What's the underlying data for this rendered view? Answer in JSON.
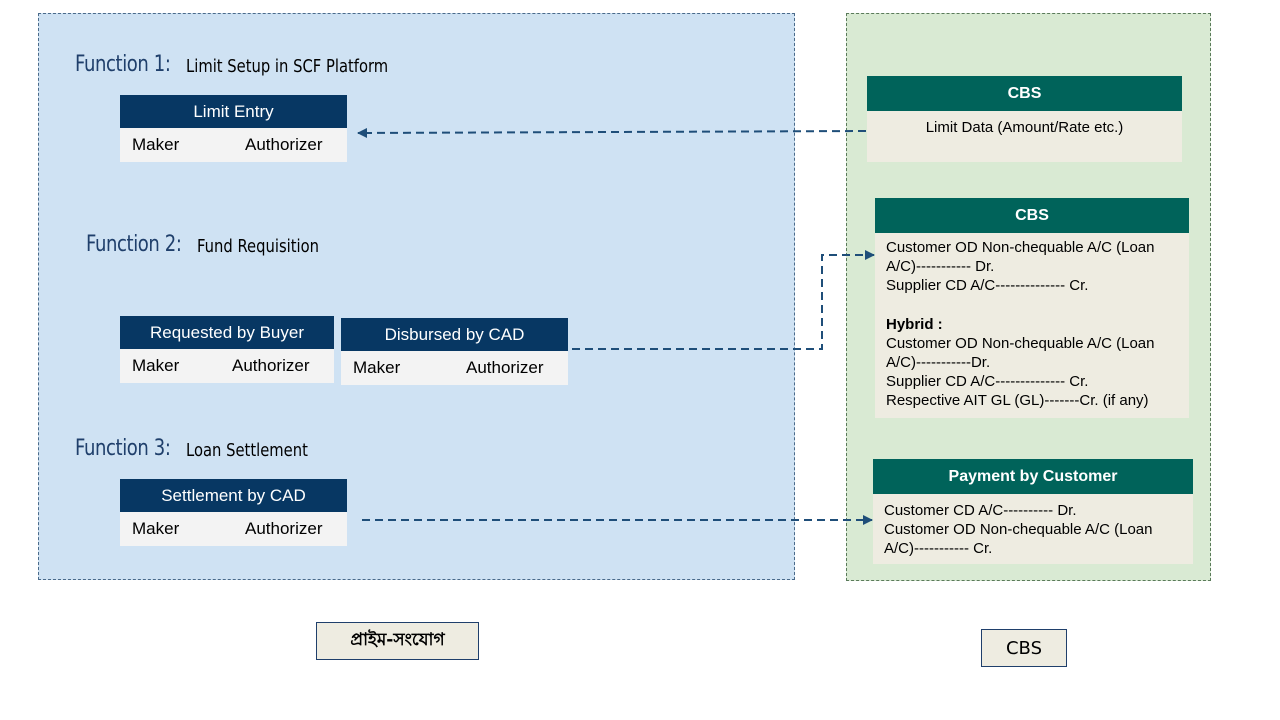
{
  "left_panel": {
    "footer_label": "প্রাইম-সংযোগ",
    "functions": [
      {
        "label": "Function 1:",
        "title": "Limit Setup in SCF Platform",
        "cards": [
          {
            "header": "Limit Entry",
            "maker": "Maker",
            "authorizer": "Authorizer"
          }
        ]
      },
      {
        "label": "Function 2:",
        "title": "Fund Requisition",
        "cards": [
          {
            "header": "Requested by Buyer",
            "maker": "Maker",
            "authorizer": "Authorizer"
          },
          {
            "header": "Disbursed by CAD",
            "maker": "Maker",
            "authorizer": "Authorizer"
          }
        ]
      },
      {
        "label": "Function 3:",
        "title": "Loan Settlement",
        "cards": [
          {
            "header": "Settlement by CAD",
            "maker": "Maker",
            "authorizer": "Authorizer"
          }
        ]
      }
    ]
  },
  "right_panel": {
    "footer_label": "CBS",
    "boxes": [
      {
        "header": "CBS",
        "lines": [
          "Limit Data (Amount/Rate etc.)"
        ]
      },
      {
        "header": "CBS",
        "lines": [
          "Customer OD Non-chequable A/C (Loan",
          "A/C)----------- Dr.",
          "Supplier CD A/C-------------- Cr."
        ],
        "hybrid_label": "Hybrid :",
        "hybrid_lines": [
          "Customer OD Non-chequable A/C (Loan",
          "A/C)-----------Dr.",
          "Supplier CD A/C-------------- Cr.",
          "Respective AIT GL (GL)-------Cr. (if any)"
        ]
      },
      {
        "header": "Payment by Customer",
        "lines": [
          "Customer CD A/C---------- Dr.",
          "Customer OD Non-chequable A/C (Loan",
          "A/C)----------- Cr."
        ]
      }
    ]
  },
  "colors": {
    "left_panel_bg": "#cfe2f3",
    "right_panel_bg": "#d9ead3",
    "card_header": "#073763",
    "cbs_header": "#00635a",
    "arrow": "#1f4e79"
  }
}
